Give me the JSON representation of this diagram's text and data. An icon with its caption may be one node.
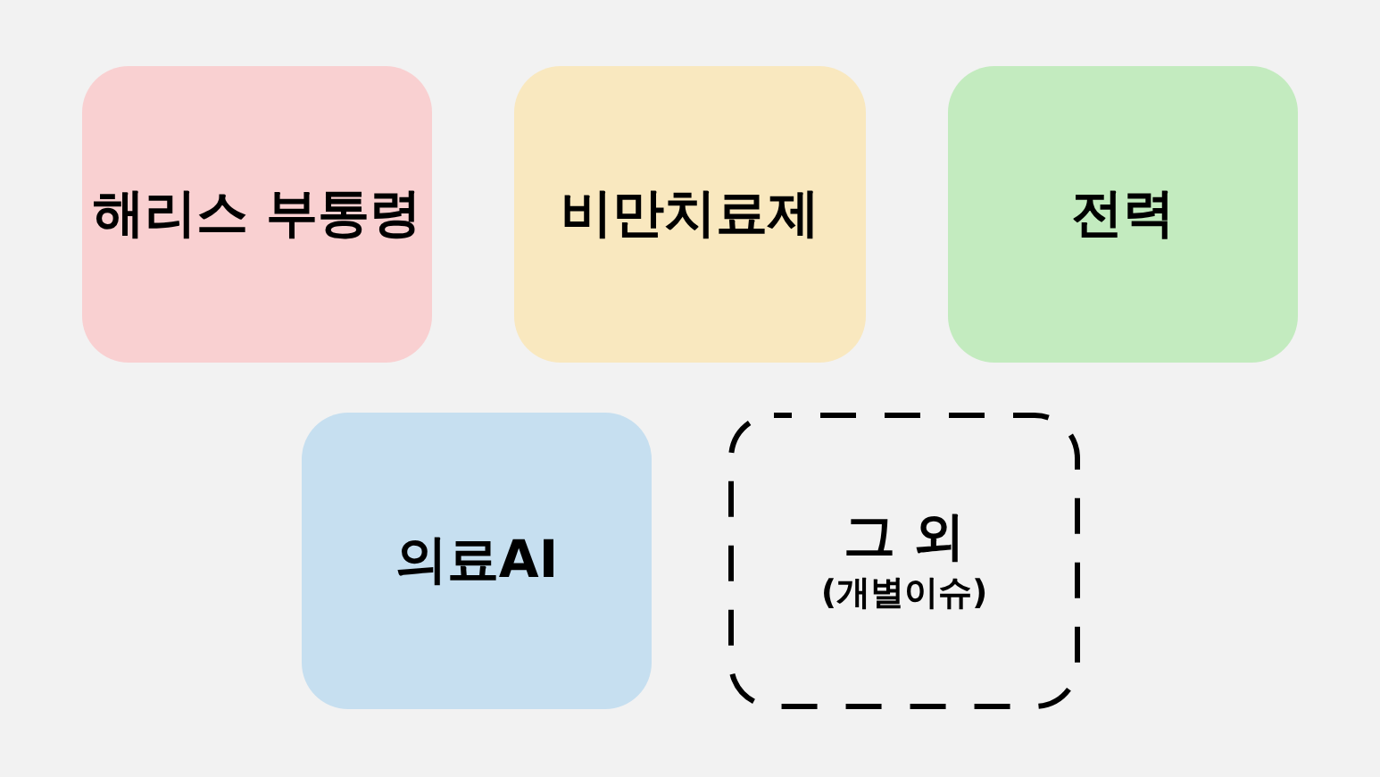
{
  "diagram": {
    "nodes": [
      {
        "text": [
          "해리스 부통령"
        ]
      },
      {
        "text": [
          "비만치료제"
        ]
      },
      {
        "text": [
          "전력"
        ]
      },
      {
        "text": [
          "의료AI"
        ]
      },
      {
        "text": [
          "그 외",
          "(개별이슈)"
        ]
      }
    ]
  }
}
